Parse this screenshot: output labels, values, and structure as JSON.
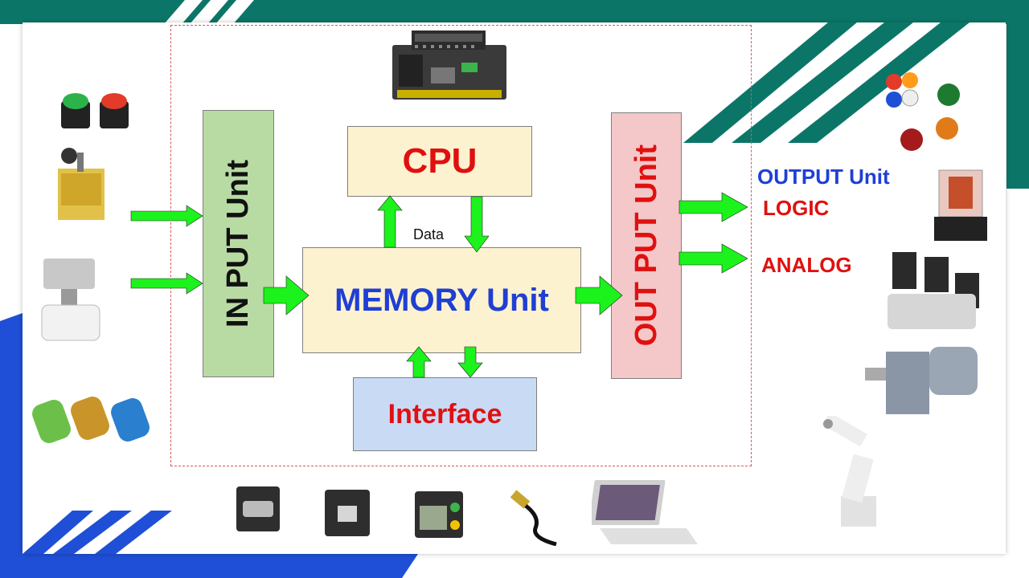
{
  "diagram": {
    "input_unit": "IN PUT Unit",
    "cpu": "CPU",
    "memory_unit": "MEMORY Unit",
    "interface": "Interface",
    "output_unit_box": "OUT PUT Unit",
    "data_label": "Data",
    "output_heading": "OUTPUT Unit",
    "logic_label": "LOGIC",
    "analog_label": "ANALOG"
  },
  "colors": {
    "teal": "#0b7668",
    "blue": "#1f4fd6",
    "input_box": "#b8dba4",
    "cpu_box": "#fdf2cf",
    "memory_box": "#fdf2cf",
    "interface_box": "#c9daf5",
    "output_box": "#f4c7c8",
    "arrow": "#1cf21c",
    "red_text": "#e01010",
    "blue_text": "#1f3fd4"
  },
  "icons": [
    "push-button-icon",
    "limit-switch-icon",
    "flow-sensor-icon",
    "proximity-sensor-icon",
    "plc-icon",
    "pilot-lamp-icon",
    "relay-icon",
    "solenoid-valve-icon",
    "motor-icon",
    "robot-arm-icon",
    "serial-module-icon",
    "ethernet-module-icon",
    "display-module-icon",
    "usb-cable-icon",
    "laptop-icon"
  ]
}
